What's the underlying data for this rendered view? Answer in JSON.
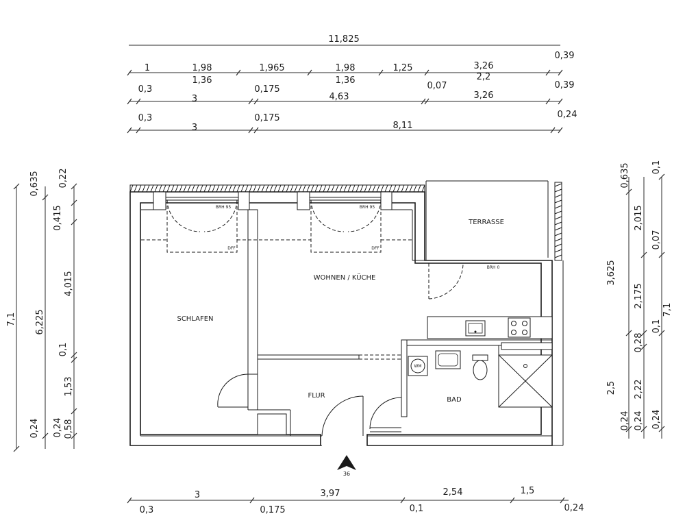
{
  "dims_top": {
    "row0": [
      "11,825"
    ],
    "row1": [
      "1",
      "1,98",
      "1,965",
      "1,98",
      "1,25",
      "3,26",
      "0,39"
    ],
    "row1_sub": [
      "1,36",
      "1,36",
      "2,2"
    ],
    "row2": [
      "0,3",
      "3",
      "0,175",
      "4,63",
      "0,07",
      "3,26",
      "0,39"
    ],
    "row3": [
      "0,3",
      "3",
      "0,175",
      "8,11",
      "0,24"
    ]
  },
  "dims_left": {
    "col_a": [
      "7,1"
    ],
    "col_b": [
      "0,635",
      "6,225",
      "0,24"
    ],
    "col_c": [
      "0,22",
      "0,415",
      "4,015",
      "0,1",
      "1,53",
      "0,24",
      "0,58"
    ]
  },
  "dims_right": {
    "col_a": [
      "0,635",
      "3,625",
      "2,5",
      "0,24"
    ],
    "col_b": [
      "2,015",
      "2,175",
      "0,28",
      "2,22",
      "0,24"
    ],
    "col_c": [
      "0,1",
      "0,07",
      "0,1",
      "7,1",
      "0,24"
    ]
  },
  "dims_bottom": {
    "row1": [
      "3",
      "3,97",
      "2,54",
      "1,5"
    ],
    "row2": [
      "0,3",
      "0,175",
      "0,1",
      "0,24"
    ]
  },
  "rooms": {
    "schlafen": "SCHLAFEN",
    "wohnen": "WOHNEN / KÜCHE",
    "terrasse": "TERRASSE",
    "flur": "FLUR",
    "bad": "BAD"
  },
  "annotations": {
    "brh1": "BRH 95",
    "brh2": "BRH 95",
    "brh0": "BRH 0",
    "dff1": "DFF",
    "dff2": "DFF",
    "wm": "WM",
    "north": "36"
  }
}
